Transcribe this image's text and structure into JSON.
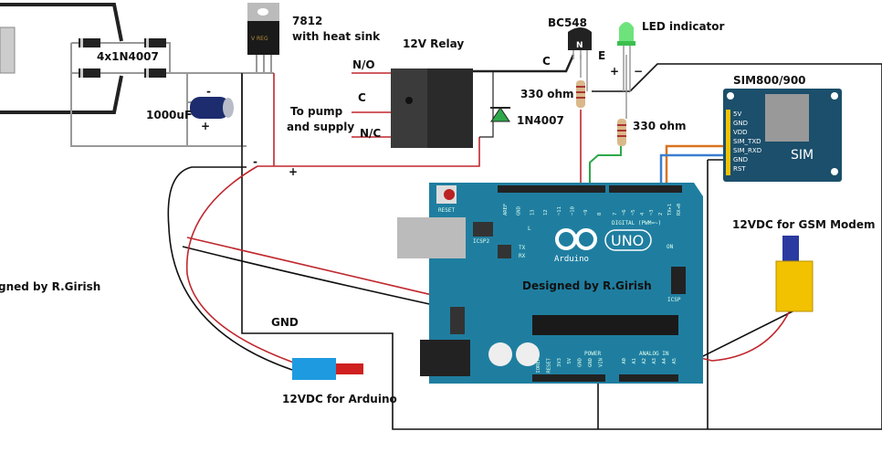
{
  "labels": {
    "bridge": "4x1N4007",
    "capacitor": "1000uF",
    "cap_minus": "-",
    "cap_plus": "+",
    "regulator": "7812",
    "regulator_note": "with heat sink",
    "regulator_text": "V REG",
    "relay": "12V Relay",
    "no": "N/O",
    "c": "C",
    "nc": "N/C",
    "pump_line1": "To pump",
    "pump_line2": "and supply",
    "rail_minus": "-",
    "rail_plus": "+",
    "transistor": "BC548",
    "transistor_mark": "N",
    "collector": "C",
    "emitter": "E",
    "led": "LED indicator",
    "led_plus": "+",
    "led_minus": "−",
    "r1": "330 ohm",
    "r2": "330 ohm",
    "diode": "1N4007",
    "sim_title": "SIM800/900",
    "sim_pins": [
      "5V",
      "GND",
      "VDD",
      "SIM_TXD",
      "SIM_RXD",
      "GND",
      "RST"
    ],
    "sim_text": "SIM",
    "gsm_supply": "12VDC for GSM Modem",
    "arduino_supply": "12VDC for Arduino",
    "gnd": "GND",
    "credit_left": "gned by R.Girish",
    "credit_board": "Designed by R.Girish"
  },
  "arduino": {
    "reset": "RESET",
    "icsp2": "ICSP2",
    "icsp": "ICSP",
    "uno": "UNO",
    "brand": "Arduino",
    "digital": "DIGITAL (PWM=~)",
    "power": "POWER",
    "analog": "ANALOG IN",
    "led_l": "L",
    "led_tx": "TX",
    "led_rx": "RX",
    "led_on": "ON",
    "top_pins": [
      "AREF",
      "GND",
      "13",
      "12",
      "~11",
      "~10",
      "~9",
      "8",
      "7",
      "~6",
      "~5",
      "4",
      "~3",
      "2",
      "TX▸1",
      "RX◂0"
    ],
    "bottom_pins": [
      "IOREF",
      "RESET",
      "3V3",
      "5V",
      "GND",
      "GND",
      "VIN",
      "A0",
      "A1",
      "A2",
      "A3",
      "A4",
      "A5"
    ]
  },
  "colors": {
    "board": "#1f7ea0",
    "wire_red": "#c0272d",
    "wire_black": "#111111",
    "wire_grey": "#9a9a9a",
    "wire_green": "#2ea84a",
    "wire_orange": "#d9731f",
    "wire_blue": "#3a7fd0",
    "sim_board": "#1b4f6b",
    "gsm_plug": "#f2c200",
    "arduino_plug": "#1e9be0"
  }
}
